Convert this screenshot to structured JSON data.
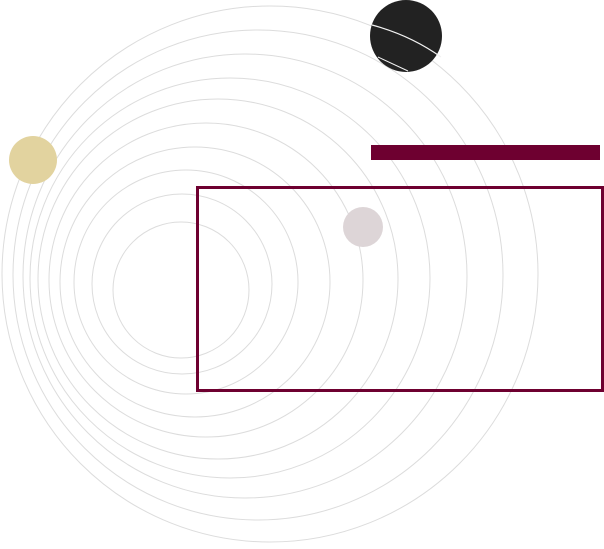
{
  "colors": {
    "accent": "#6e0030",
    "ring_stroke": "#dcdcdc",
    "gold_dot": "#e2d39f",
    "black_dot": "#222222",
    "grey_dot": "#ddd5d7"
  },
  "elements": {
    "concentric_rings": "concentric-circles-decoration",
    "black_circle": "dark-orb-icon",
    "gold_circle": "gold-orb-icon",
    "grey_circle": "grey-orb-icon",
    "top_bar": "accent-bar",
    "frame": "content-frame"
  }
}
